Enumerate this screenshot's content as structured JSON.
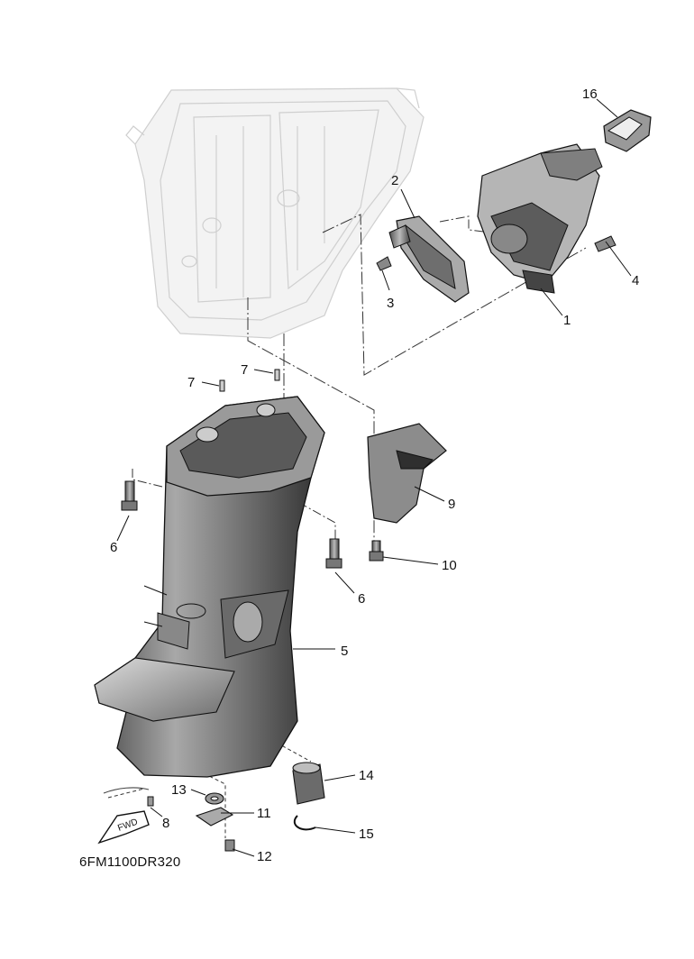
{
  "diagram_code": "6FM1100DR320",
  "fwd_label": "FWD",
  "callouts": [
    {
      "id": "c1",
      "text": "1"
    },
    {
      "id": "c2",
      "text": "2"
    },
    {
      "id": "c3",
      "text": "3"
    },
    {
      "id": "c4",
      "text": "4"
    },
    {
      "id": "c5",
      "text": "5"
    },
    {
      "id": "c6a",
      "text": "6"
    },
    {
      "id": "c6b",
      "text": "6"
    },
    {
      "id": "c7a",
      "text": "7"
    },
    {
      "id": "c7b",
      "text": "7"
    },
    {
      "id": "c8",
      "text": "8"
    },
    {
      "id": "c9",
      "text": "9"
    },
    {
      "id": "c10",
      "text": "10"
    },
    {
      "id": "c11",
      "text": "11"
    },
    {
      "id": "c12",
      "text": "12"
    },
    {
      "id": "c13",
      "text": "13"
    },
    {
      "id": "c14",
      "text": "14"
    },
    {
      "id": "c15",
      "text": "15"
    },
    {
      "id": "c16",
      "text": "16"
    }
  ],
  "colors": {
    "ghost": "#d8d8d8",
    "part_dark": "#3c3c3c",
    "part_mid": "#8a8a8a",
    "part_light": "#c8c8c8",
    "line": "#222222"
  }
}
